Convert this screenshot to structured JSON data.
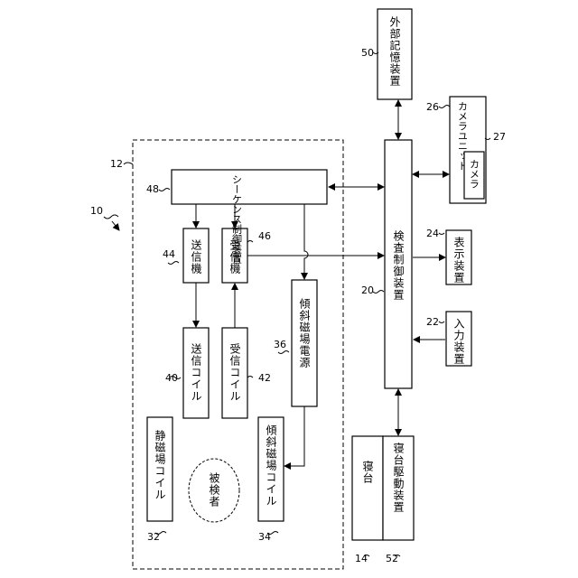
{
  "diagram": {
    "system_ref": "10",
    "gantry_ref": "12",
    "components": {
      "static_coil": {
        "label": "静磁場コイル",
        "ref": "32"
      },
      "gradient_coil": {
        "label": "傾斜磁場コイル",
        "ref": "34"
      },
      "subject": {
        "label": "被検者"
      },
      "transmit_coil": {
        "label": "送信コイル",
        "ref": "40"
      },
      "receive_coil": {
        "label": "受信コイル",
        "ref": "42"
      },
      "gradient_power": {
        "label": "傾斜磁場電源",
        "ref": "36"
      },
      "transmitter": {
        "label": "送信機",
        "ref": "44"
      },
      "receiver": {
        "label": "受信機",
        "ref": "46"
      },
      "sequence_controller": {
        "label": "シーケンス制御装置",
        "ref": "48"
      },
      "inspection_control": {
        "label": "検査制御装置",
        "ref": "20"
      },
      "external_storage": {
        "label": "外部記憶装置",
        "ref": "50"
      },
      "camera_unit": {
        "label": "カメラユニット",
        "ref": "26"
      },
      "camera": {
        "label": "カメラ",
        "ref": "27"
      },
      "display": {
        "label": "表示装置",
        "ref": "24"
      },
      "input": {
        "label": "入力装置",
        "ref": "22"
      },
      "couch": {
        "label": "寝台",
        "ref": "14"
      },
      "couch_drive": {
        "label": "寝台駆動装置",
        "ref": "52"
      }
    }
  }
}
